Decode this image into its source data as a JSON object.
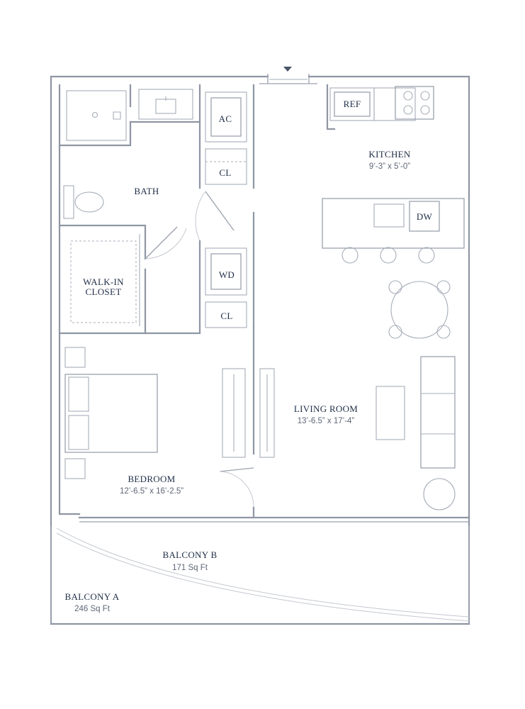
{
  "rooms": {
    "kitchen": {
      "name": "KITCHEN",
      "dims": "9’-3” x 5’-0”"
    },
    "bath": {
      "name": "BATH"
    },
    "walkin_line1": "WALK-IN",
    "walkin_line2": "CLOSET",
    "living": {
      "name": "LIVING ROOM",
      "dims": "13’-6.5” x 17’-4”"
    },
    "bedroom": {
      "name": "BEDROOM",
      "dims": "12’-6.5” x 16’-2.5”"
    },
    "balcony_b": {
      "name": "BALCONY B",
      "area": "171 Sq Ft"
    },
    "balcony_a": {
      "name": "BALCONY A",
      "area": "246 Sq Ft"
    }
  },
  "fixtures": {
    "ref": "REF",
    "ac": "AC",
    "cl": "CL",
    "wd": "WD",
    "dw": "DW"
  },
  "icons": [
    "north-arrow-icon",
    "toilet-icon",
    "sink-icon",
    "shower-icon",
    "stove-icon"
  ],
  "colors": {
    "wall": "#8e96a3",
    "label": "#1f2e46",
    "dim": "#5d6676"
  }
}
